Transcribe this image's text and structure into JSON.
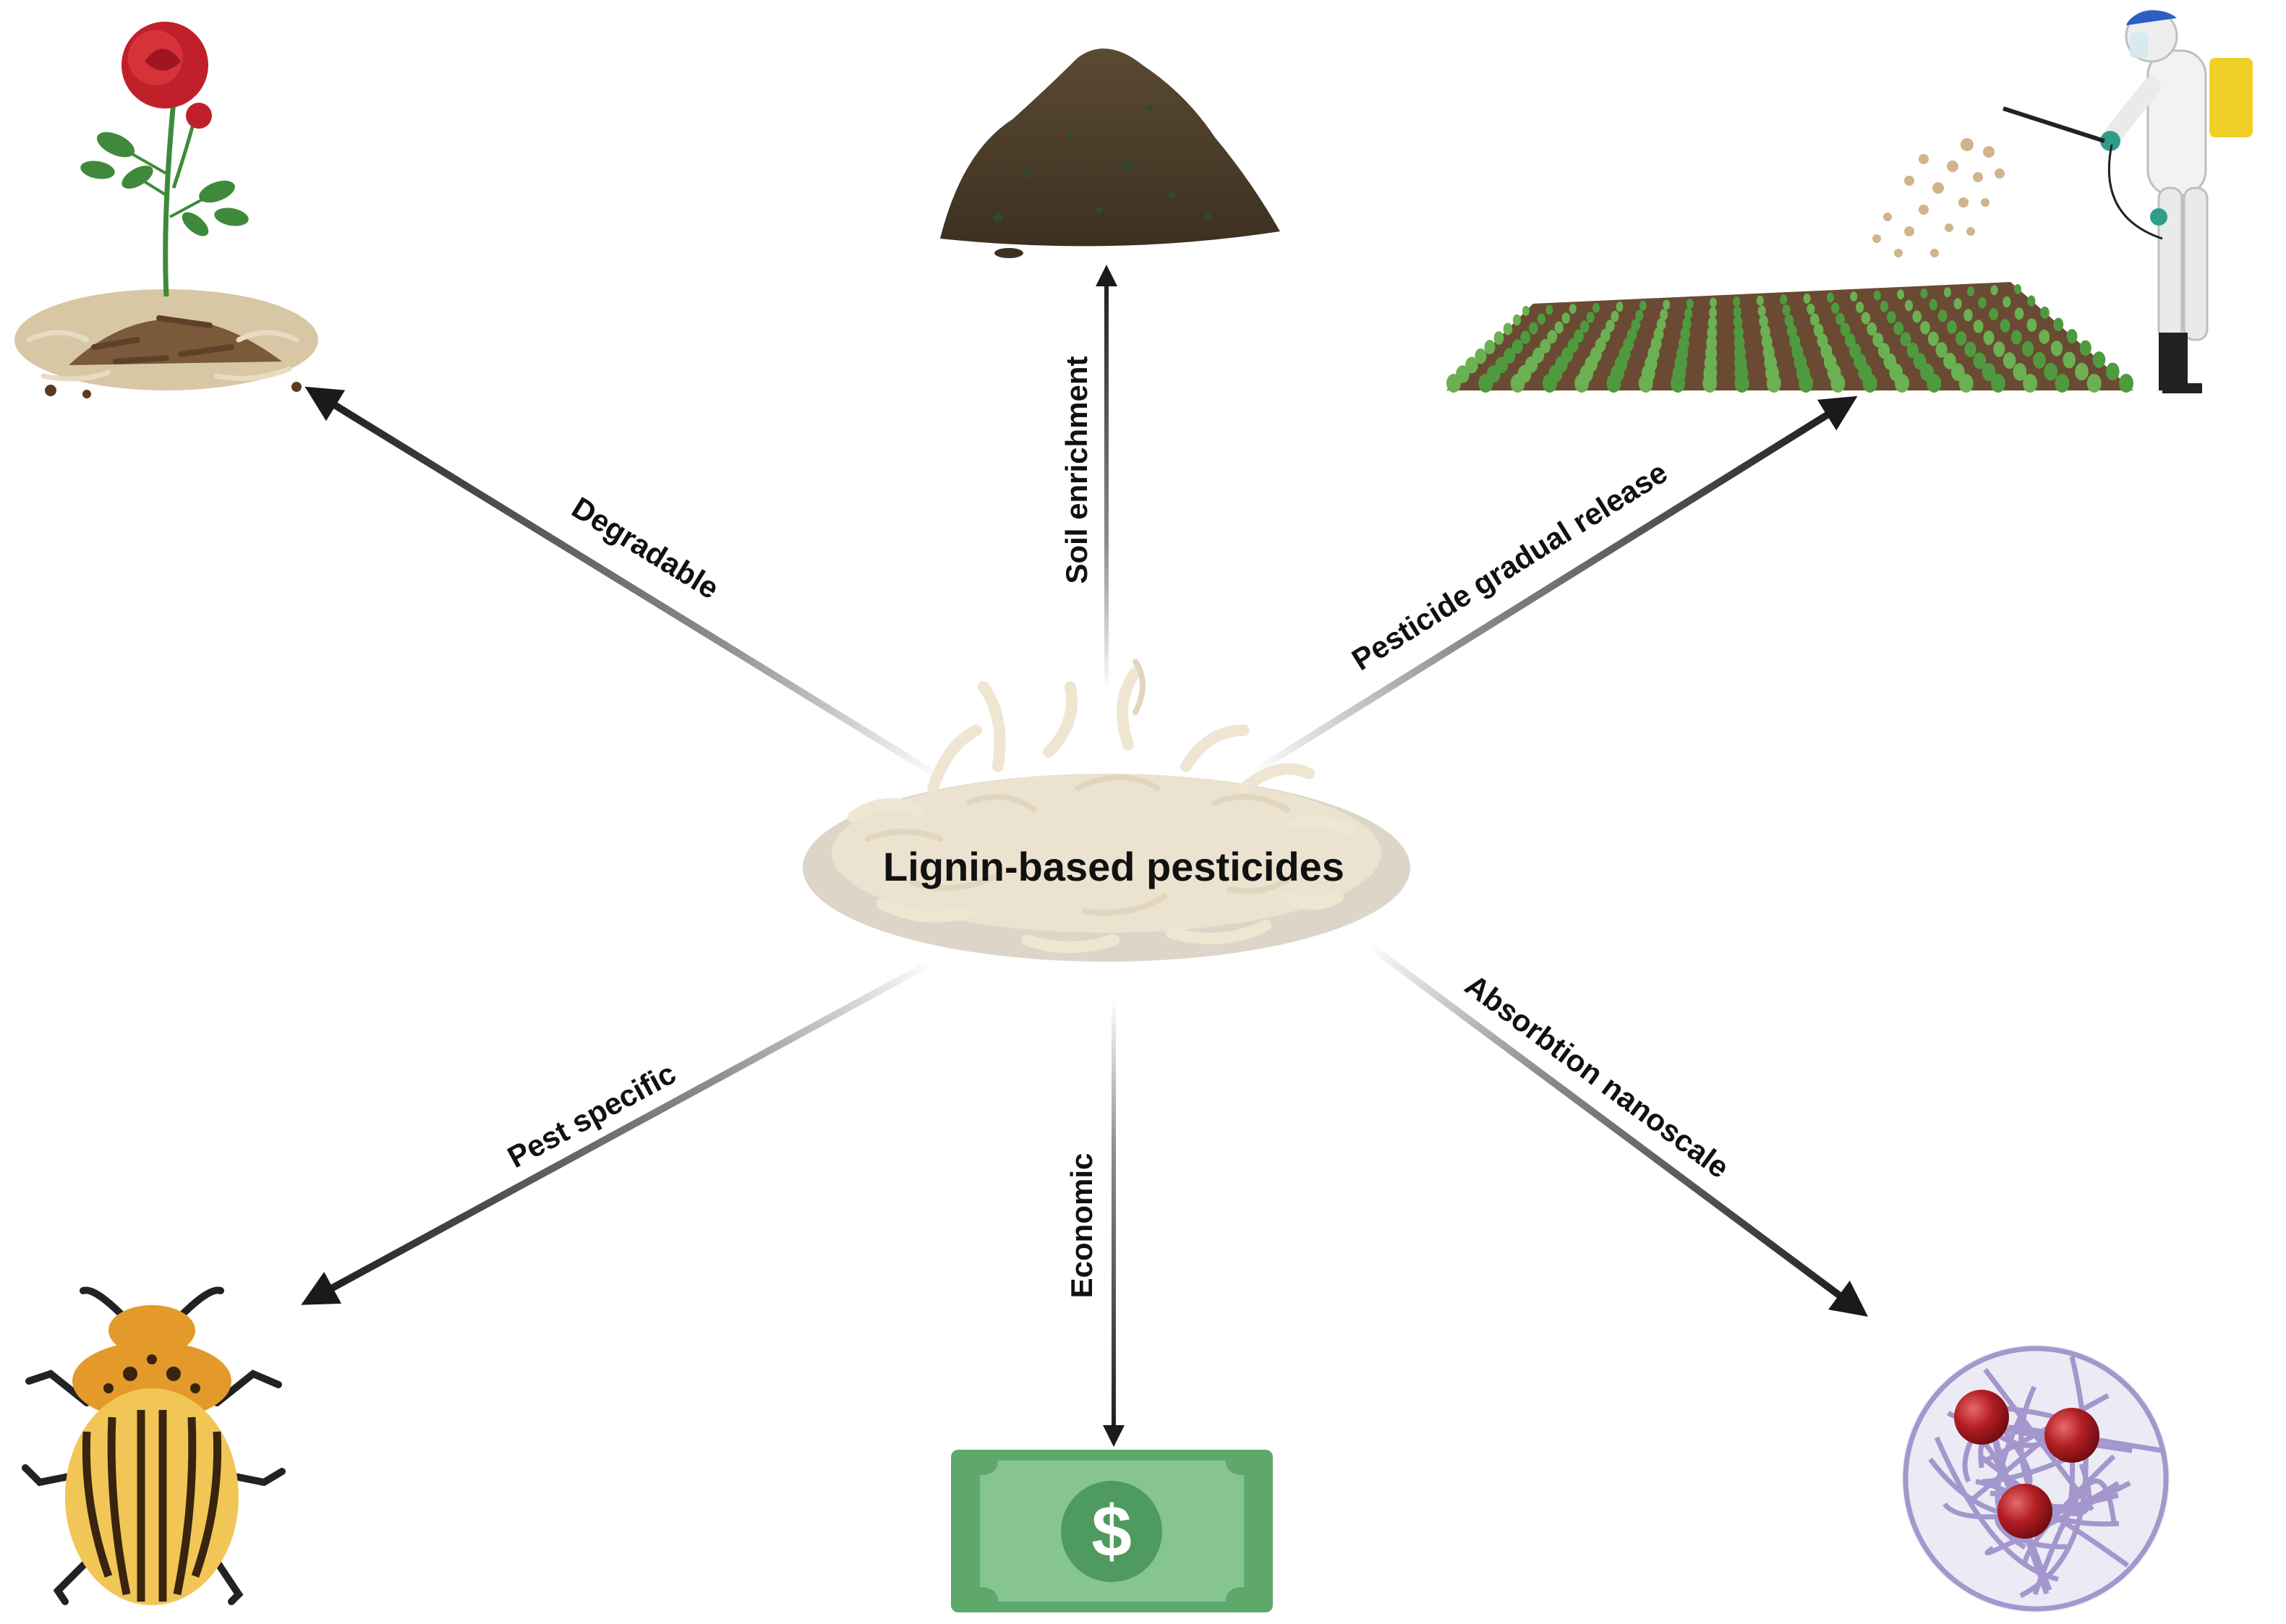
{
  "center": {
    "title": "Lignin-based pesticides"
  },
  "branches": [
    {
      "id": "degradable",
      "label": "Degradable"
    },
    {
      "id": "soil",
      "label": "Soil enrichment"
    },
    {
      "id": "release",
      "label": "Pesticide gradual release"
    },
    {
      "id": "pest",
      "label": "Pest specific"
    },
    {
      "id": "economic",
      "label": "Economic"
    },
    {
      "id": "absorption",
      "label": "Absorbtion nanoscale"
    }
  ],
  "illustrations": {
    "money_symbol": "$"
  },
  "colors": {
    "arrow": "#1a1a1a",
    "lignin": "#ebe2cf",
    "soil": "#4e3f2a",
    "money": "#5fa86c",
    "rose": "#c0202a",
    "leaf": "#3f8a3a",
    "beetle_body": "#e39a2a",
    "nanoparticle": "#b21e24",
    "fiber": "#9c8fc9"
  }
}
